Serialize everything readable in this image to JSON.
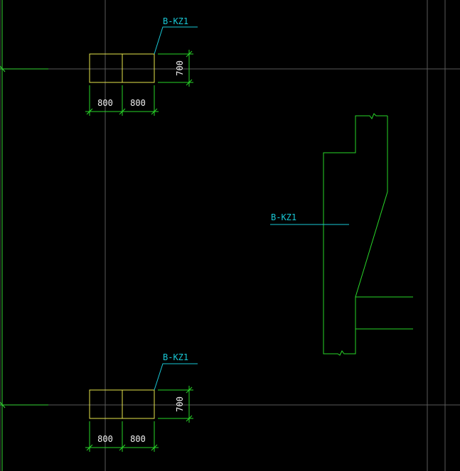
{
  "colors": {
    "background": "#000000",
    "grid": "#5a5a5a",
    "axis": "#33d633",
    "dimension": "#29d629",
    "column_outline": "#e6e64d",
    "label": "#19c8d6",
    "dimension_text": "#f0f0f0"
  },
  "columns": [
    {
      "label": "B-KZ1",
      "dim_left": "800",
      "dim_right": "800",
      "dim_height": "700"
    },
    {
      "label": "B-KZ1",
      "dim_left": "800",
      "dim_right": "800",
      "dim_height": "700"
    }
  ],
  "section": {
    "label": "B-KZ1"
  }
}
